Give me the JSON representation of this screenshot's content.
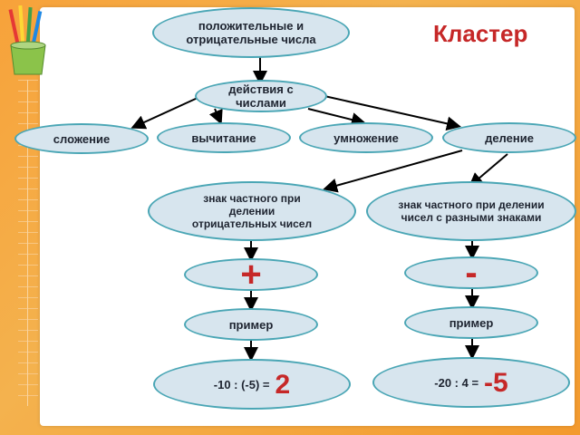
{
  "title": "Кластер",
  "nodes": {
    "root": "положительные и отрицательные числа",
    "actions": "действия с числами",
    "add": "сложение",
    "sub": "вычитание",
    "mul": "умножение",
    "div": "деление",
    "sign_negative": "знак частного при делении отрицательных чисел",
    "sign_mixed": "знак частного при делении чисел с разными знаками",
    "plus": "+",
    "minus": "-",
    "example_left": "пример",
    "example_right": "пример",
    "eq_left": "-10 : (-5) =",
    "res_left": "2",
    "eq_right": "-20 : 4 =",
    "res_right": "-5"
  },
  "colors": {
    "node_fill": "#d7e5ee",
    "node_border": "#4aa6b5",
    "accent_red": "#c62828",
    "background_orange": "#f7a23a"
  }
}
